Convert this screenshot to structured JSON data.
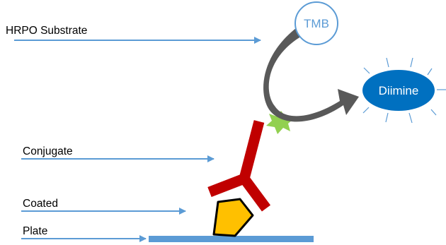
{
  "labels": {
    "hrpo_substrate": "HRPO Substrate",
    "conjugate": "Conjugate",
    "coated": "Coated",
    "plate": "Plate"
  },
  "nodes": {
    "tmb": "TMB",
    "diimine": "Diimine"
  },
  "colors": {
    "arrow": "#5b9bd5",
    "plate": "#5b9bd5",
    "tmb_circle": "#5b9bd5",
    "diimine_fill": "#0070c0",
    "antibody": "#c00000",
    "enzyme_star": "#92d050",
    "antigen": "#ffc000",
    "reaction_arrow": "#595959"
  }
}
